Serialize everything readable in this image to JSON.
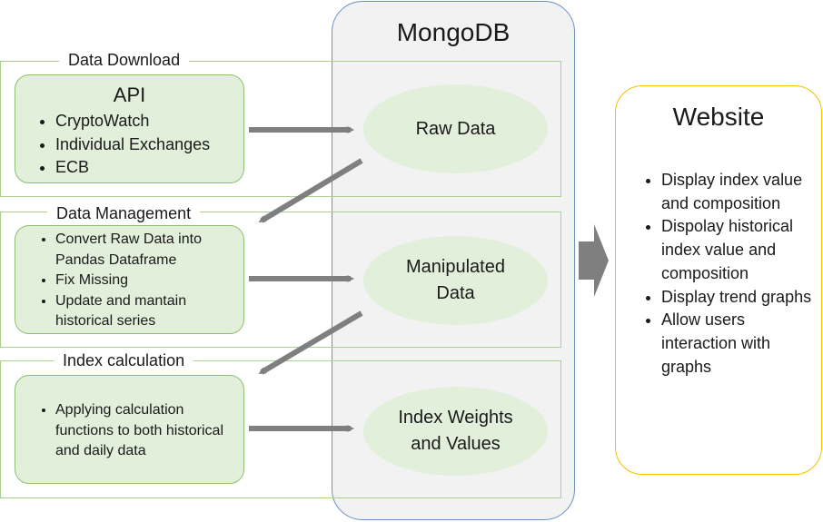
{
  "mongodb": {
    "title": "MongoDB"
  },
  "sections": [
    {
      "label": "Data Download"
    },
    {
      "label": "Data Management"
    },
    {
      "label": "Index calculation"
    }
  ],
  "api_box": {
    "title": "API",
    "items": [
      "CryptoWatch",
      "Individual Exchanges",
      "ECB"
    ]
  },
  "management_box": {
    "items": [
      "Convert Raw Data into Pandas Dataframe",
      "Fix Missing",
      "Update and mantain historical series"
    ]
  },
  "calculation_box": {
    "items": [
      "Applying calculation functions to both historical and daily data"
    ]
  },
  "nodes": {
    "raw_data": "Raw Data",
    "manipulated_data": "Manipulated Data",
    "index_weights": "Index Weights and Values"
  },
  "website": {
    "title": "Website",
    "items": [
      "Display index value and composition",
      "Dispolay historical index value and composition",
      "Display trend graphs",
      "Allow users interaction with graphs"
    ]
  },
  "colors": {
    "arrow": "#7f7f7f",
    "green_fill": "#e2efda",
    "green_border": "#a9d08e",
    "mongo_border": "#6d8fc4",
    "website_border": "#f2c200"
  }
}
